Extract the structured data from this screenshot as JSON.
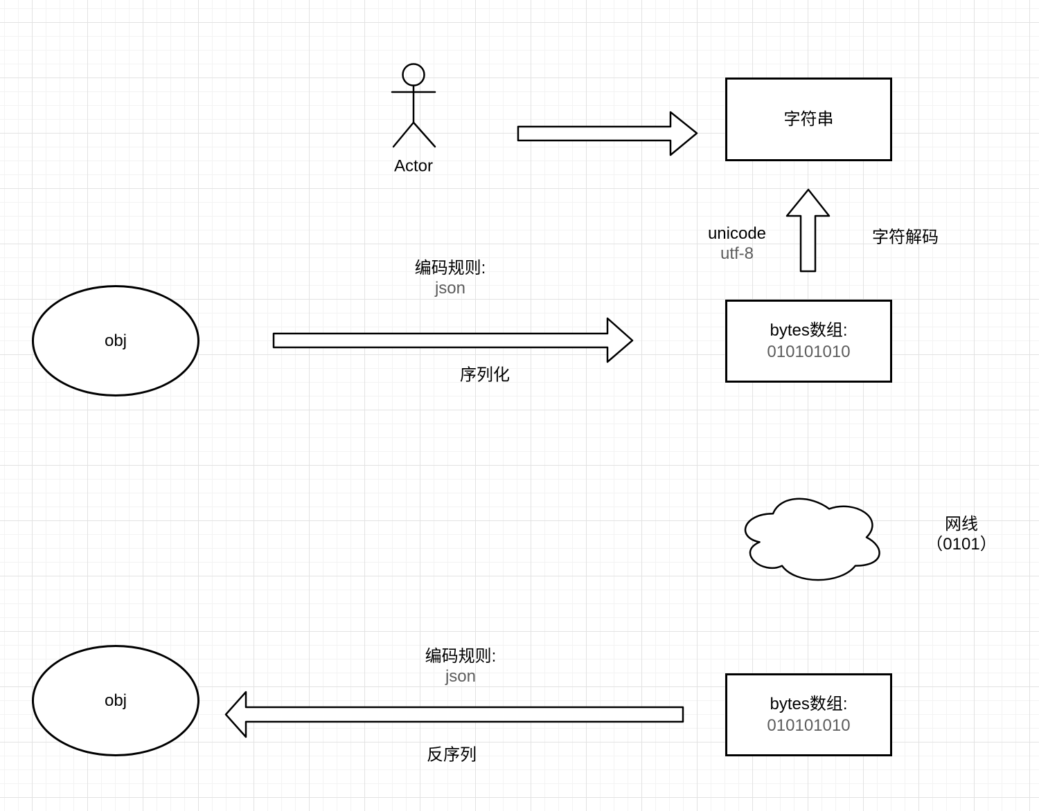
{
  "colors": {
    "canvas_bg": "#ffffff",
    "grid_minor": "#f3f3f3",
    "grid_major": "#e2e2e2",
    "shape_stroke": "#000000",
    "shape_fill": "#ffffff",
    "text_primary": "#000000",
    "text_secondary": "#5c5c5c"
  },
  "nodes": {
    "actor": {
      "label": "Actor"
    },
    "string_box": {
      "label": "字符串"
    },
    "bytes_box_top": {
      "line1": "bytes数组:",
      "line2": "010101010"
    },
    "bytes_box_bottom": {
      "line1": "bytes数组:",
      "line2": "010101010"
    },
    "obj_top": {
      "label": "obj"
    },
    "obj_bottom": {
      "label": "obj"
    },
    "cloud": {
      "line1": "网线",
      "line2": "（0101）"
    }
  },
  "labels": {
    "decode_rule": {
      "line1": "unicode",
      "line2": "utf-8"
    },
    "decode_name": "字符解码",
    "serialize_rule": {
      "line1": "编码规则:",
      "line2": "json"
    },
    "serialize_name": "序列化",
    "deserialize_rule": {
      "line1": "编码规则:",
      "line2": "json"
    },
    "deserialize_name": "反序列"
  }
}
